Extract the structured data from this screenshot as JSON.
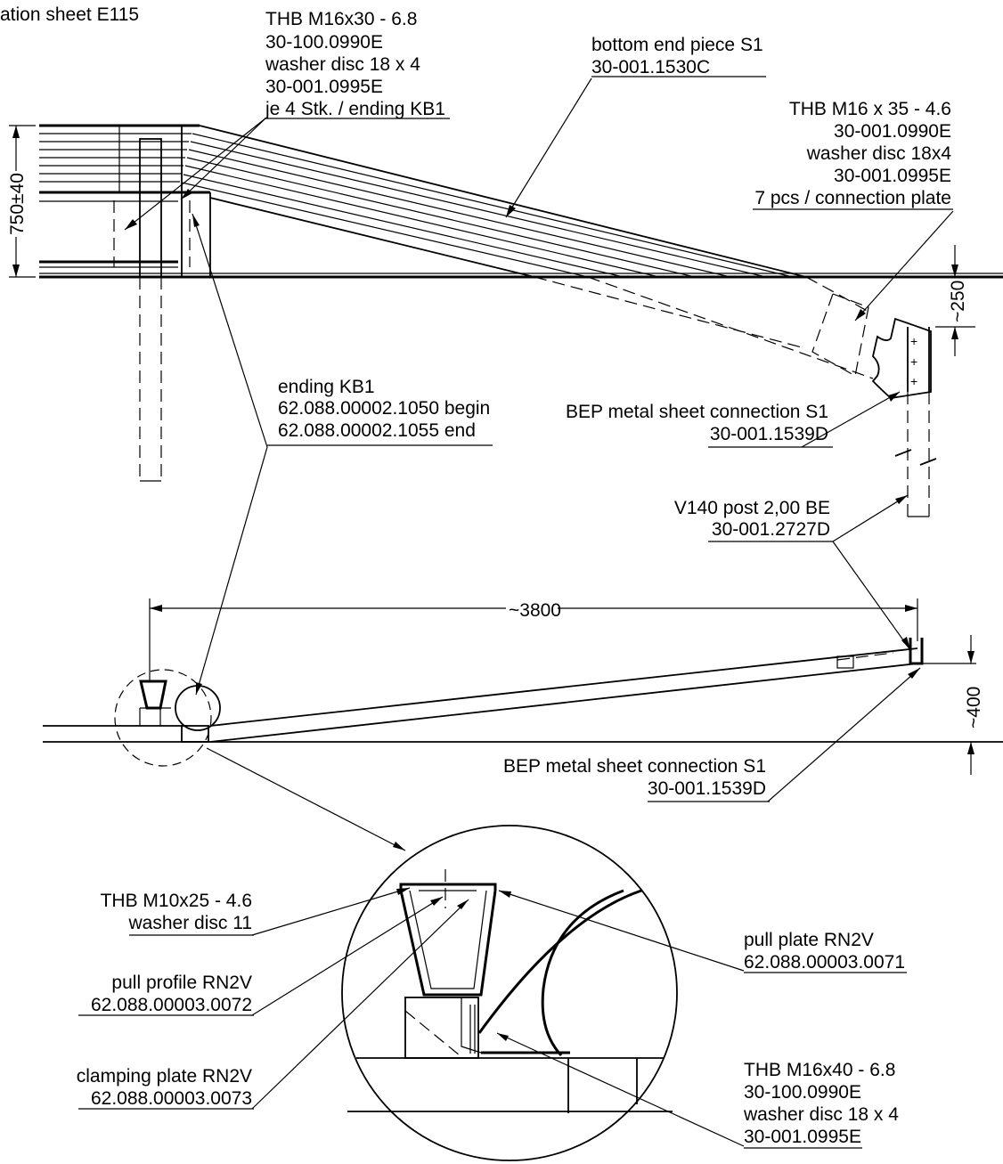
{
  "sheet_title": "ation sheet E115",
  "labels": {
    "thb_m16x30": [
      "THB M16x30 - 6.8",
      "30-100.0990E",
      "washer disc 18 x 4",
      "30-001.0995E",
      "je 4 Stk. / ending KB1"
    ],
    "bottom_end_piece": [
      "bottom end piece S1",
      "30-001.1530C"
    ],
    "thb_m16x35": [
      "THB M16 x 35 - 4.6",
      "30-001.0990E",
      "washer disc 18x4",
      "30-001.0995E",
      "7 pcs / connection plate"
    ],
    "ending_kb1": [
      "ending KB1",
      "62.088.00002.1050 begin",
      "62.088.00002.1055 end"
    ],
    "bep_connection_top": [
      "BEP metal sheet connection S1",
      "30-001.1539D"
    ],
    "v140_post": [
      "V140 post 2,00 BE",
      "30-001.2727D"
    ],
    "bep_connection_bottom": [
      "BEP metal sheet connection S1",
      "30-001.1539D"
    ],
    "thb_m10x25": [
      "THB M10x25 - 4.6",
      "washer disc 11"
    ],
    "pull_profile": [
      "pull profile RN2V",
      "62.088.00003.0072"
    ],
    "clamping_plate": [
      "clamping plate RN2V",
      "62.088.00003.0073"
    ],
    "pull_plate": [
      "pull plate RN2V",
      "62.088.00003.0071"
    ],
    "thb_m16x40": [
      "THB M16x40 - 6.8",
      "30-100.0990E",
      "washer disc 18 x 4",
      "30-001.0995E"
    ]
  },
  "dimensions": {
    "height": "750±40",
    "drop": "~250",
    "length": "~3800",
    "offset": "~400"
  }
}
